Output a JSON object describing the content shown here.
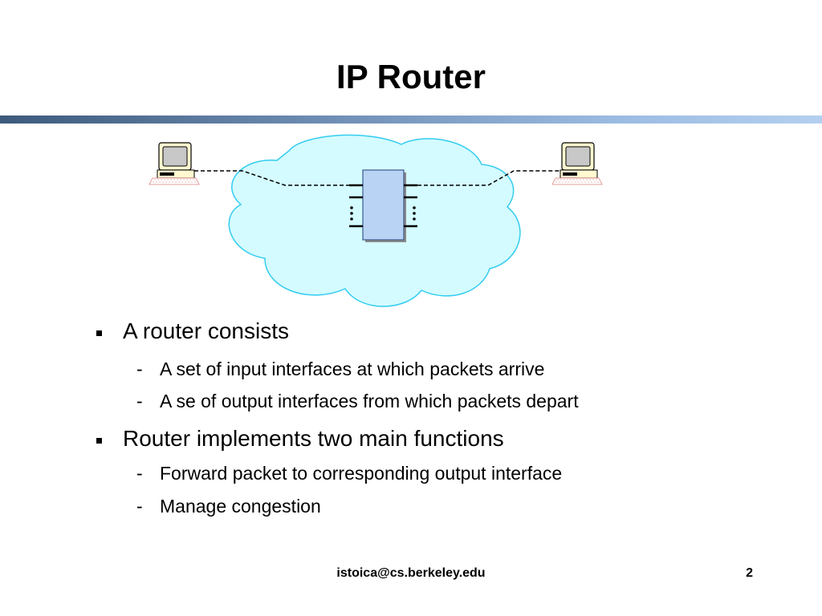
{
  "slide": {
    "title": "IP Router",
    "bullets": [
      {
        "text": "A router consists",
        "subitems": [
          {
            "dash": "-",
            "text": "A set of input interfaces at which packets arrive"
          },
          {
            "dash": "-",
            "text": "A se of output interfaces from which packets depart"
          }
        ]
      },
      {
        "text": "Router implements two main functions",
        "subitems": [
          {
            "dash": "-",
            "text": "Forward packet to corresponding output interface"
          },
          {
            "dash": "-",
            "text": "Manage congestion"
          }
        ]
      }
    ]
  },
  "footer": {
    "email": "istoica@cs.berkeley.edu",
    "page_number": "2"
  },
  "colors": {
    "cloud_fill": "#d4fbff",
    "cloud_stroke": "#33ccf0",
    "router_fill": "#b9d3f5",
    "router_stroke": "#3b5a8c",
    "rule_dark": "#3d5a7c",
    "rule_light": "#b4d0f0"
  }
}
